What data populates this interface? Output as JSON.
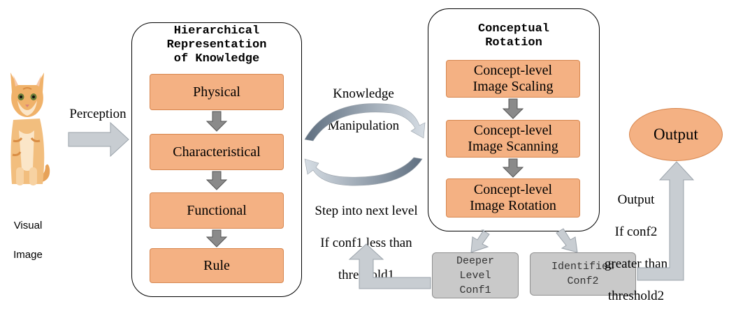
{
  "input": {
    "label_line1": "Visual",
    "label_line2": "Image",
    "perception": "Perception"
  },
  "hierarchy": {
    "title_line1": "Hierarchical",
    "title_line2": "Representation",
    "title_line3": "of Knowledge",
    "levels": [
      "Physical",
      "Characteristical",
      "Functional",
      "Rule"
    ]
  },
  "manipulation": {
    "label_line1": "Knowledge",
    "label_line2": "Manipulation"
  },
  "step": {
    "line1": "Step into next level",
    "line2": "If conf1 less than",
    "line3": "threshold1"
  },
  "rotation": {
    "title_line1": "Conceptual",
    "title_line2": "Rotation",
    "steps": [
      {
        "line1": "Concept-level",
        "line2": "Image Scaling"
      },
      {
        "line1": "Concept-level",
        "line2": "Image Scanning"
      },
      {
        "line1": "Concept-level",
        "line2": "Image Rotation"
      }
    ]
  },
  "confidence": {
    "deeper_line1": "Deeper",
    "deeper_line2": "Level",
    "deeper_line3": "Conf1",
    "identified_line1": "Identified",
    "identified_line2": "Conf2"
  },
  "output": {
    "label": "Output",
    "cond_line1": "Output",
    "cond_line2": "If conf2",
    "cond_line3": "greater than",
    "cond_line4": "threshold2"
  },
  "colors": {
    "box_fill": "#f4b183",
    "gray_box": "#c9c9c9",
    "arrow_fill": "#c8cdd2",
    "output_fill": "#f4b183"
  }
}
